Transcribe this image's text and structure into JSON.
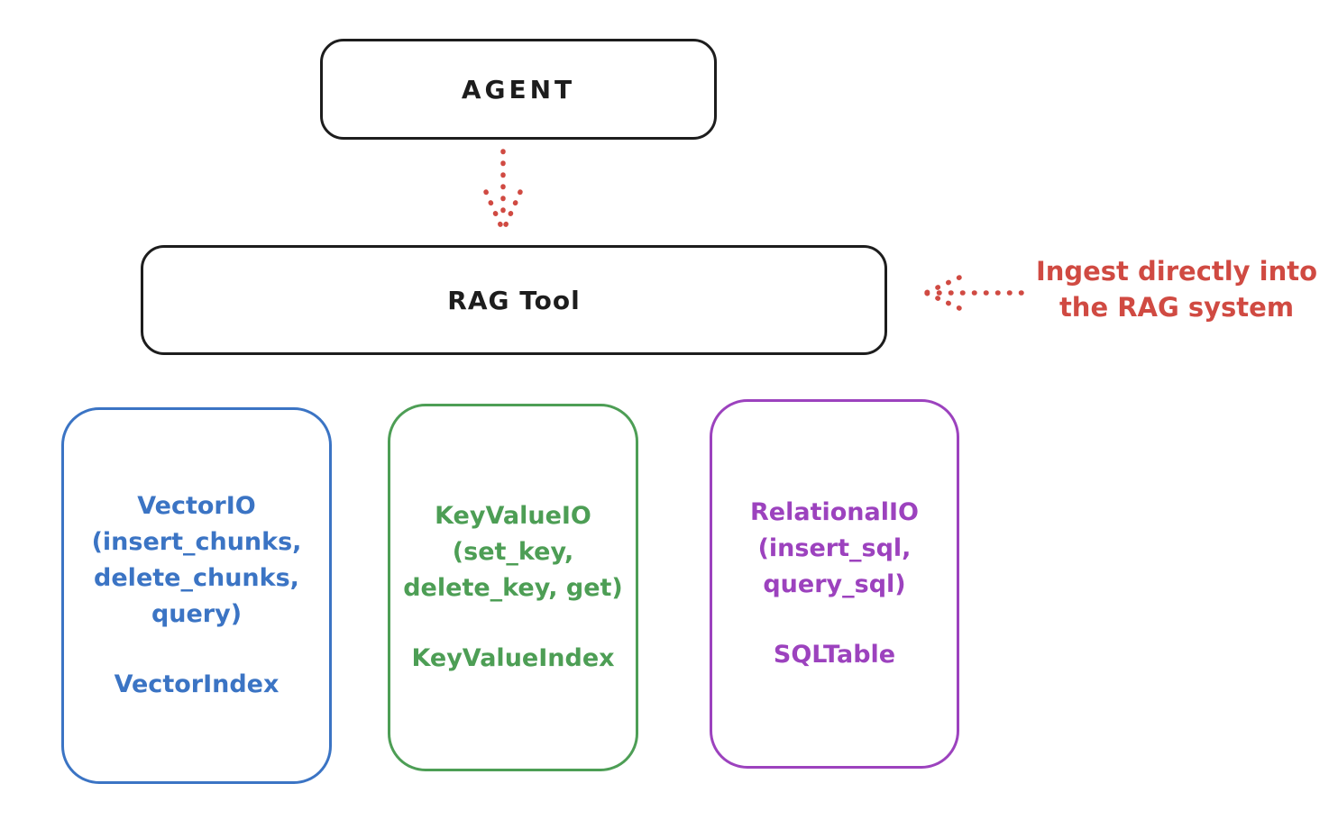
{
  "canvas": {
    "background": "#ffffff"
  },
  "agent_box": {
    "label": "AGENT",
    "stroke_color": "#1d1d1d"
  },
  "rag_tool_box": {
    "label": "RAG Tool",
    "stroke_color": "#1d1d1d"
  },
  "annotation": {
    "line1": "Ingest directly into",
    "line2": "the RAG system",
    "color": "#d04a42"
  },
  "arrows": {
    "agent_to_rag_tool": {
      "style": "dotted",
      "direction": "down",
      "color": "#d04a42"
    },
    "annotation_to_rag_tool": {
      "style": "dotted",
      "direction": "left",
      "color": "#d04a42"
    }
  },
  "cards": [
    {
      "name": "VectorIO",
      "color": "#3b74c4",
      "api_lines": [
        "VectorIO",
        "(insert_chunks,",
        "delete_chunks,",
        "query)"
      ],
      "index_label": "VectorIndex"
    },
    {
      "name": "KeyValueIO",
      "color": "#4d9e55",
      "api_lines": [
        "KeyValueIO",
        "(set_key,",
        "delete_key, get)"
      ],
      "index_label": "KeyValueIndex"
    },
    {
      "name": "RelationalIO",
      "color": "#9c42be",
      "api_lines": [
        "RelationalIO",
        "(insert_sql,",
        "query_sql)"
      ],
      "index_label": "SQLTable"
    }
  ]
}
